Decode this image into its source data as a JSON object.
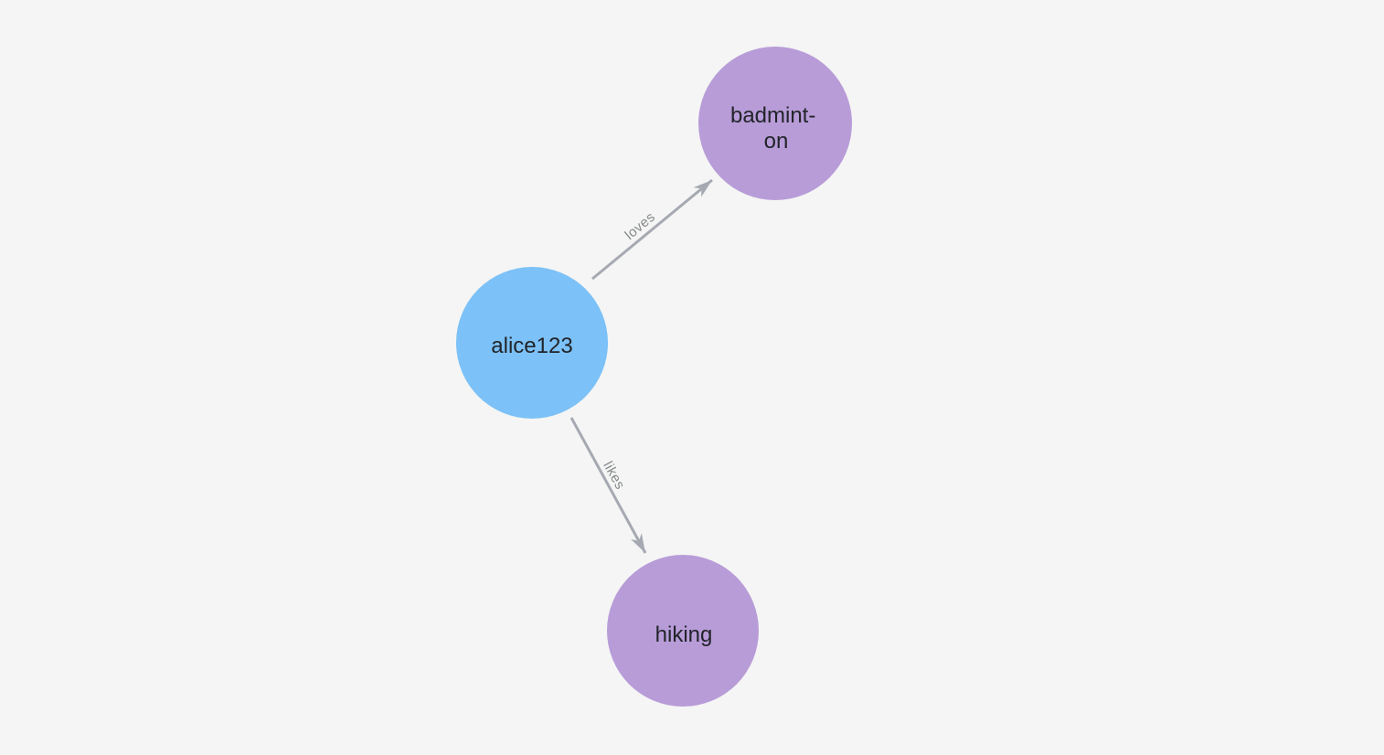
{
  "colors": {
    "background": "#f4f5f4",
    "person_node": "#7cc1f7",
    "hobby_node": "#b89cd8",
    "edge_stroke": "#a6a9b2",
    "edge_label_text": "#85878a",
    "node_label_text": "#212429"
  },
  "graph": {
    "nodes": [
      {
        "id": "alice123",
        "label_lines": [
          "alice123"
        ],
        "color": "#7cc1f7"
      },
      {
        "id": "badminton",
        "label_lines": [
          "badmint-",
          "on"
        ],
        "color": "#b89cd8"
      },
      {
        "id": "hiking",
        "label_lines": [
          "hiking"
        ],
        "color": "#b89cd8"
      }
    ],
    "edges": [
      {
        "label": "loves",
        "from": "alice123",
        "to": "badminton"
      },
      {
        "label": "likes",
        "from": "alice123",
        "to": "hiking"
      }
    ]
  }
}
